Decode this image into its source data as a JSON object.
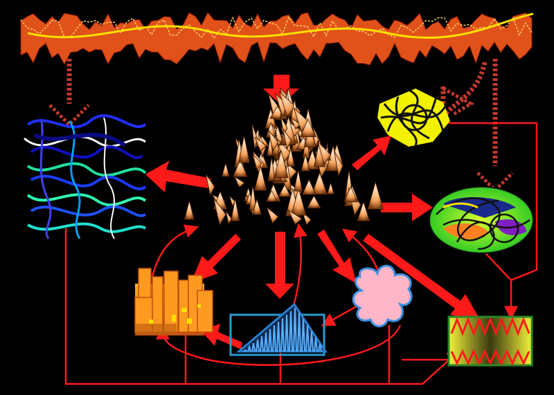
{
  "canvas": {
    "background": "#000000"
  },
  "colors": {
    "arrow": "#ff1a1a",
    "dashed_arrow": "#c0392b",
    "band_fill": "#e0521a",
    "band_line": "#ffe000",
    "mountain": "#f2a05a",
    "yellow_knot": "#f2f200",
    "green_blob": "#3ddc2a",
    "orange_city": "#ff8c1a",
    "pink_star": "#ffb6c8",
    "blue_triangle": "#2a7fd0",
    "wave_tangle": "#1a3cff",
    "zigzag_box": "#e8e82a"
  },
  "nodes": [
    {
      "id": "zigzag-band",
      "icon": "zigzag-band-icon"
    },
    {
      "id": "triangle-mountain",
      "icon": "triangle-mountain-icon"
    },
    {
      "id": "wave-tangle",
      "icon": "wave-tangle-icon"
    },
    {
      "id": "yellow-knot",
      "icon": "yellow-knot-icon"
    },
    {
      "id": "green-blob",
      "icon": "green-blob-icon"
    },
    {
      "id": "orange-city",
      "icon": "orange-city-icon"
    },
    {
      "id": "blue-triangle",
      "icon": "blue-triangle-icon"
    },
    {
      "id": "pink-star",
      "icon": "pink-star-icon"
    },
    {
      "id": "zigzag-box",
      "icon": "zigzag-box-icon"
    }
  ]
}
